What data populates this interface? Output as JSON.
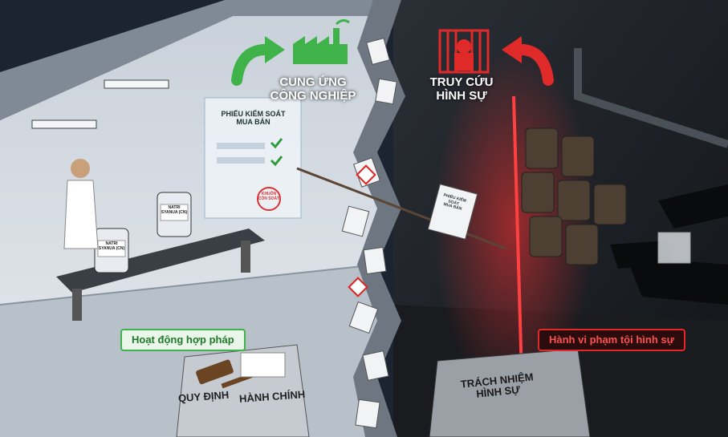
{
  "labels": {
    "supply_line1": "CUNG ỨNG",
    "supply_line2": "CÔNG NGHIỆP",
    "criminal_line1": "TRUY CỨU",
    "criminal_line2": "HÌNH SỰ",
    "legal_activity": "Hoạt động hợp pháp",
    "criminal_activity": "Hành vi phạm tội hình sự",
    "regulation": "QUY ĐỊNH",
    "administrative": "HÀNH CHÍNH",
    "responsibility_line1": "TRÁCH NHIỆM",
    "responsibility_line2": "HÌNH SỰ"
  },
  "form": {
    "title_line1": "PHIẾU KIỂM SOÁT",
    "title_line2": "MUA BÁN",
    "stamp_line1": "KHUÔN",
    "stamp_line2": "CÔN SOÁT"
  },
  "falling_form": {
    "title_line1": "PHIẾU KIỂM SOÁT",
    "title_line2": "MUA BÁN"
  },
  "drums": {
    "front_line1": "NATRI",
    "front_line2": "SYANUA (CN)",
    "back_line1": "NATRI",
    "back_line2": "SYANUA (CN)"
  },
  "icons": {
    "factory": "factory-icon",
    "prison": "prison-icon",
    "arrow_green": "curved-arrow-green-icon",
    "arrow_red": "curved-arrow-red-icon",
    "gavel": "gavel-icon",
    "hazard": "hazard-icon"
  },
  "colors": {
    "legal_green": "#3fb24a",
    "criminal_red": "#e02a2a",
    "lab_bg": "#d9dee4",
    "dark_bg": "#1a1d22"
  }
}
